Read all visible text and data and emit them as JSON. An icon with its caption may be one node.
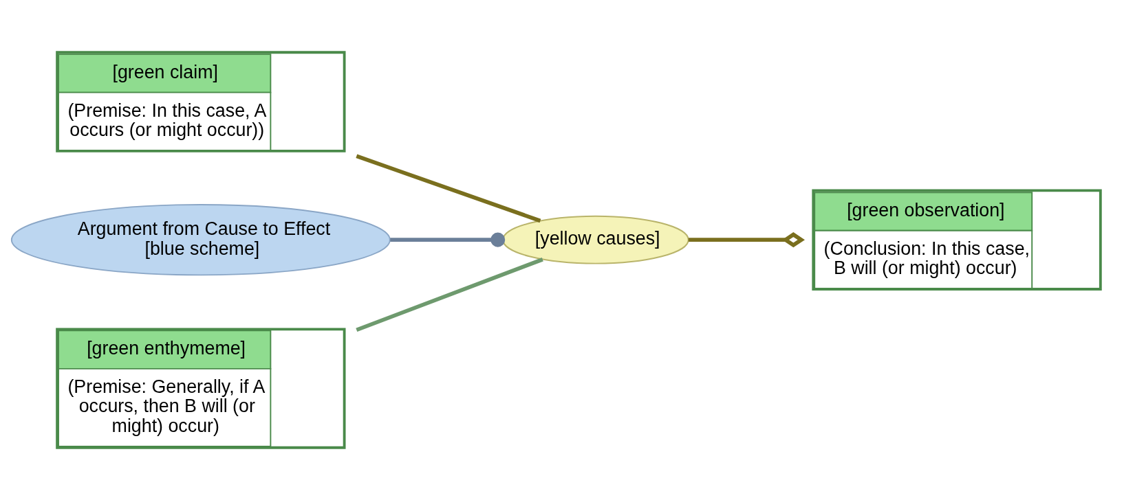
{
  "diagram": {
    "nodes": [
      {
        "text": [
          "[green claim]",
          "(Premise: In this case, A occurs (or might occur))"
        ]
      },
      {
        "text": [
          "[yellow causes]"
        ]
      },
      {
        "text": [
          "[green observation]",
          "(Conclusion: In this case, B will (or might) occur)"
        ]
      },
      {
        "text": [
          "Argument from Cause to Effect [blue scheme]"
        ]
      },
      {
        "text": [
          "[green enthymeme]",
          "(Premise: Generally, if A occurs, then B will (or might) occur)"
        ]
      }
    ],
    "edges": [
      {
        "from": 0,
        "to": 1,
        "arrow": "none"
      },
      {
        "from": 1,
        "to": 2,
        "arrow": "other"
      },
      {
        "from": 3,
        "to": 1,
        "arrow": "other",
        "color": "#6b7f99"
      },
      {
        "from": 4,
        "to": 1,
        "arrow": "none",
        "color": "#6e9a6e"
      }
    ]
  }
}
